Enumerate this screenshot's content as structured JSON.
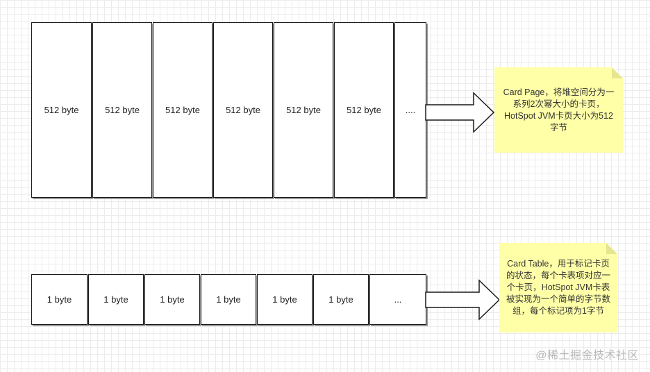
{
  "card_pages": {
    "cells": [
      "512 byte",
      "512 byte",
      "512 byte",
      "512 byte",
      "512 byte",
      "512 byte",
      "...."
    ]
  },
  "card_table": {
    "cells": [
      "1 byte",
      "1 byte",
      "1 byte",
      "1 byte",
      "1 byte",
      "1 byte",
      "..."
    ]
  },
  "notes": {
    "card_page": "Card Page，将堆空间分为一系列2次幂大小的卡页，HotSpot JVM卡页大小为512字节",
    "card_table": "Card Table，用于标记卡页的状态，每个卡表项对应一个卡页，HotSpot JVM卡表被实现为一个简单的字节数组，每个标记项为1字节"
  },
  "watermark": "@稀土掘金技术社区",
  "colors": {
    "note_bg": "#ffffa8",
    "border": "#1a1a1a"
  }
}
